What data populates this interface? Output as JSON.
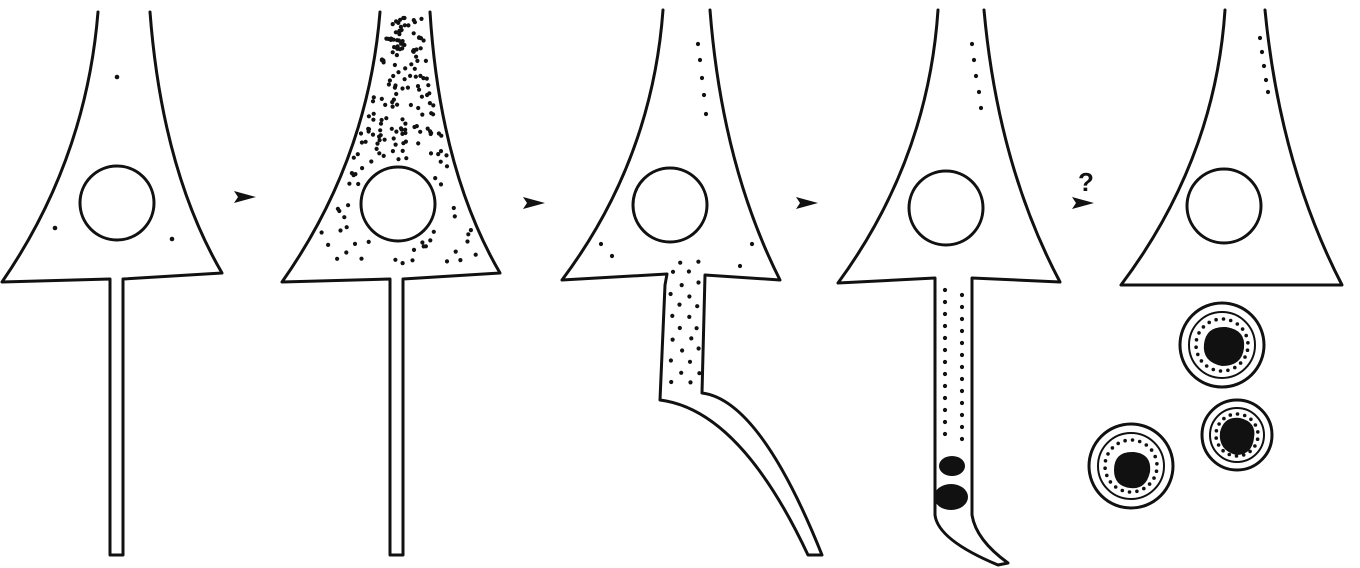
{
  "diagram": {
    "stages": [
      {
        "name": "stage-1-neuron",
        "granule_level": "few"
      },
      {
        "name": "stage-2-neuron",
        "granule_level": "many"
      },
      {
        "name": "stage-3-neuron",
        "granule_level": "entering-axon"
      },
      {
        "name": "stage-4-neuron",
        "granule_level": "axonal-swellings"
      },
      {
        "name": "stage-5-neuron",
        "granule_level": "axon-lost-spheroids"
      }
    ],
    "arrows": [
      {
        "label": ""
      },
      {
        "label": ""
      },
      {
        "label": ""
      },
      {
        "label": "?"
      }
    ],
    "colors": {
      "ink": "#111111",
      "background": "#ffffff"
    }
  }
}
